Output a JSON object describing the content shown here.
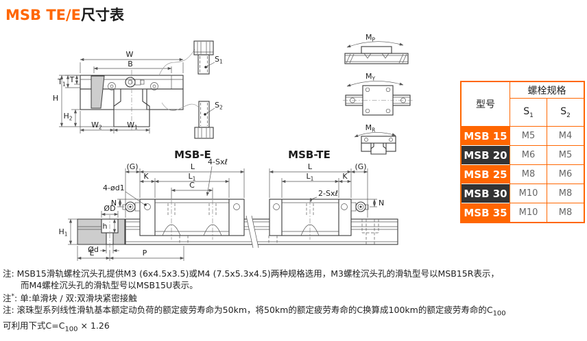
{
  "title": {
    "brand": "MSB TE/E",
    "suffix": "尺寸表"
  },
  "colors": {
    "accent": "#FF6600",
    "dark_row": "#333333",
    "line": "#3a3a3a"
  },
  "diagram": {
    "front_view": {
      "w": "W",
      "b": "B",
      "t1": {
        "m": "T",
        "s": "1"
      },
      "t": "T",
      "h": "H",
      "h2": {
        "m": "H",
        "s": "2"
      },
      "w2": {
        "m": "W",
        "s": "2"
      },
      "w1": {
        "m": "W",
        "s": "1"
      },
      "s1": {
        "m": "S",
        "s": "1"
      },
      "s2": {
        "m": "S",
        "s": "2"
      }
    },
    "moments": {
      "mp": {
        "m": "M",
        "s": "P"
      },
      "my": {
        "m": "M",
        "s": "Y"
      },
      "mr": {
        "m": "M",
        "s": "R"
      }
    },
    "side_views": {
      "e_title": "MSB-E",
      "te_title": "MSB-TE",
      "g": "(G)",
      "l": "L",
      "k": "K",
      "l1": {
        "m": "L",
        "s": "1"
      },
      "c": "C",
      "holes_e": "4-Sxℓ",
      "holes_te": "2-Sxℓ",
      "rail_holes": "4-ød1",
      "n": "N",
      "od_big": "ØD",
      "h_depth": "h",
      "h1": {
        "m": "H",
        "s": "1"
      },
      "od_small": "Ød",
      "e": "E",
      "p": "P"
    }
  },
  "table": {
    "col_model": "型号",
    "col_bolt": "螺栓规格",
    "s1": {
      "m": "S",
      "s": "1"
    },
    "s2": {
      "m": "S",
      "s": "2"
    },
    "rows": [
      {
        "model": "MSB 15",
        "s1": "M5",
        "s2": "M4"
      },
      {
        "model": "MSB 20",
        "s1": "M6",
        "s2": "M5"
      },
      {
        "model": "MSB 25",
        "s1": "M8",
        "s2": "M6"
      },
      {
        "model": "MSB 30",
        "s1": "M10",
        "s2": "M8"
      },
      {
        "model": "MSB 35",
        "s1": "M10",
        "s2": "M8"
      }
    ]
  },
  "notes": {
    "line1": "注: MSB15滑轨螺栓沉头孔提供M3 (6x4.5x3.5)或M4 (7.5x5.3x4.5)两种规格选用，M3螺栓沉头孔的滑轨型号以MSB15R表示，",
    "line2": "而M4螺栓沉头孔的滑轨型号以MSB15U表示。",
    "line3_pre": "注",
    "line3_sup": "*",
    "line3_post": ": 单:单滑块 / 双:双滑块紧密接触",
    "line4_pre": "注: 滚珠型系列线性滑轨基本额定动负荷的额定疲劳寿命为50km，将50km的额定疲劳寿命的C换算成100km的额定疲劳寿命的C",
    "line4_sub": "100",
    "line5_pre": "可利用下式C=C",
    "line5_sub": "100",
    "line5_post": " × 1.26"
  }
}
